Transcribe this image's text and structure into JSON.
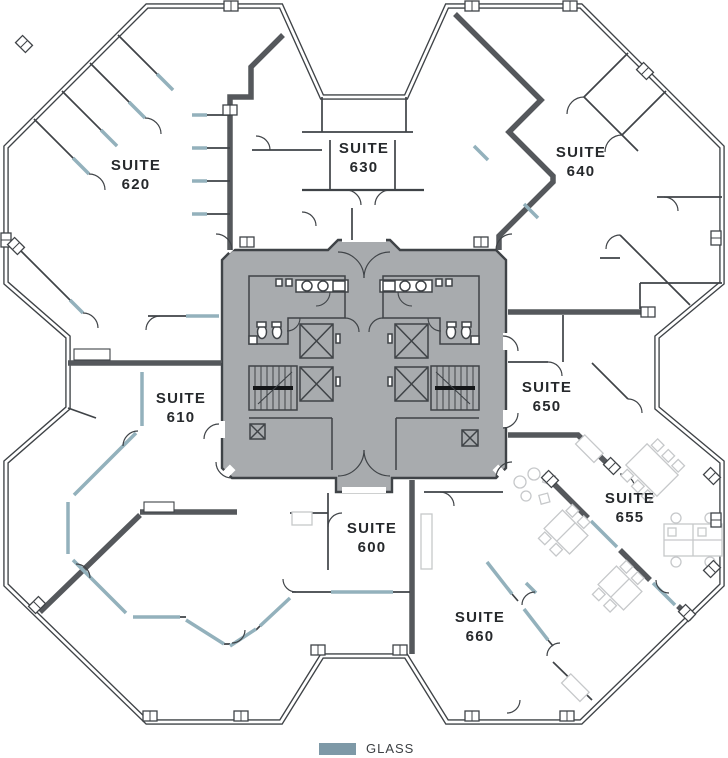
{
  "suites": [
    {
      "line1": "SUITE",
      "line2": "620"
    },
    {
      "line1": "SUITE",
      "line2": "630"
    },
    {
      "line1": "SUITE",
      "line2": "640"
    },
    {
      "line1": "SUITE",
      "line2": "610"
    },
    {
      "line1": "SUITE",
      "line2": "650"
    },
    {
      "line1": "SUITE",
      "line2": "655"
    },
    {
      "line1": "SUITE",
      "line2": "600"
    },
    {
      "line1": "SUITE",
      "line2": "660"
    }
  ],
  "legend": {
    "glass_label": "GLASS"
  },
  "core": {
    "elevator_count": 4,
    "stair_count": 2,
    "restroom_count": 2
  },
  "colors": {
    "background": "#ffffff",
    "wall": "#3f4347",
    "demising": "#55585c",
    "core": "#a8abae",
    "glass": "#93b1bc",
    "legend": "#7e99a7",
    "furniture": "#c6c8ca",
    "label": "#26292c"
  }
}
